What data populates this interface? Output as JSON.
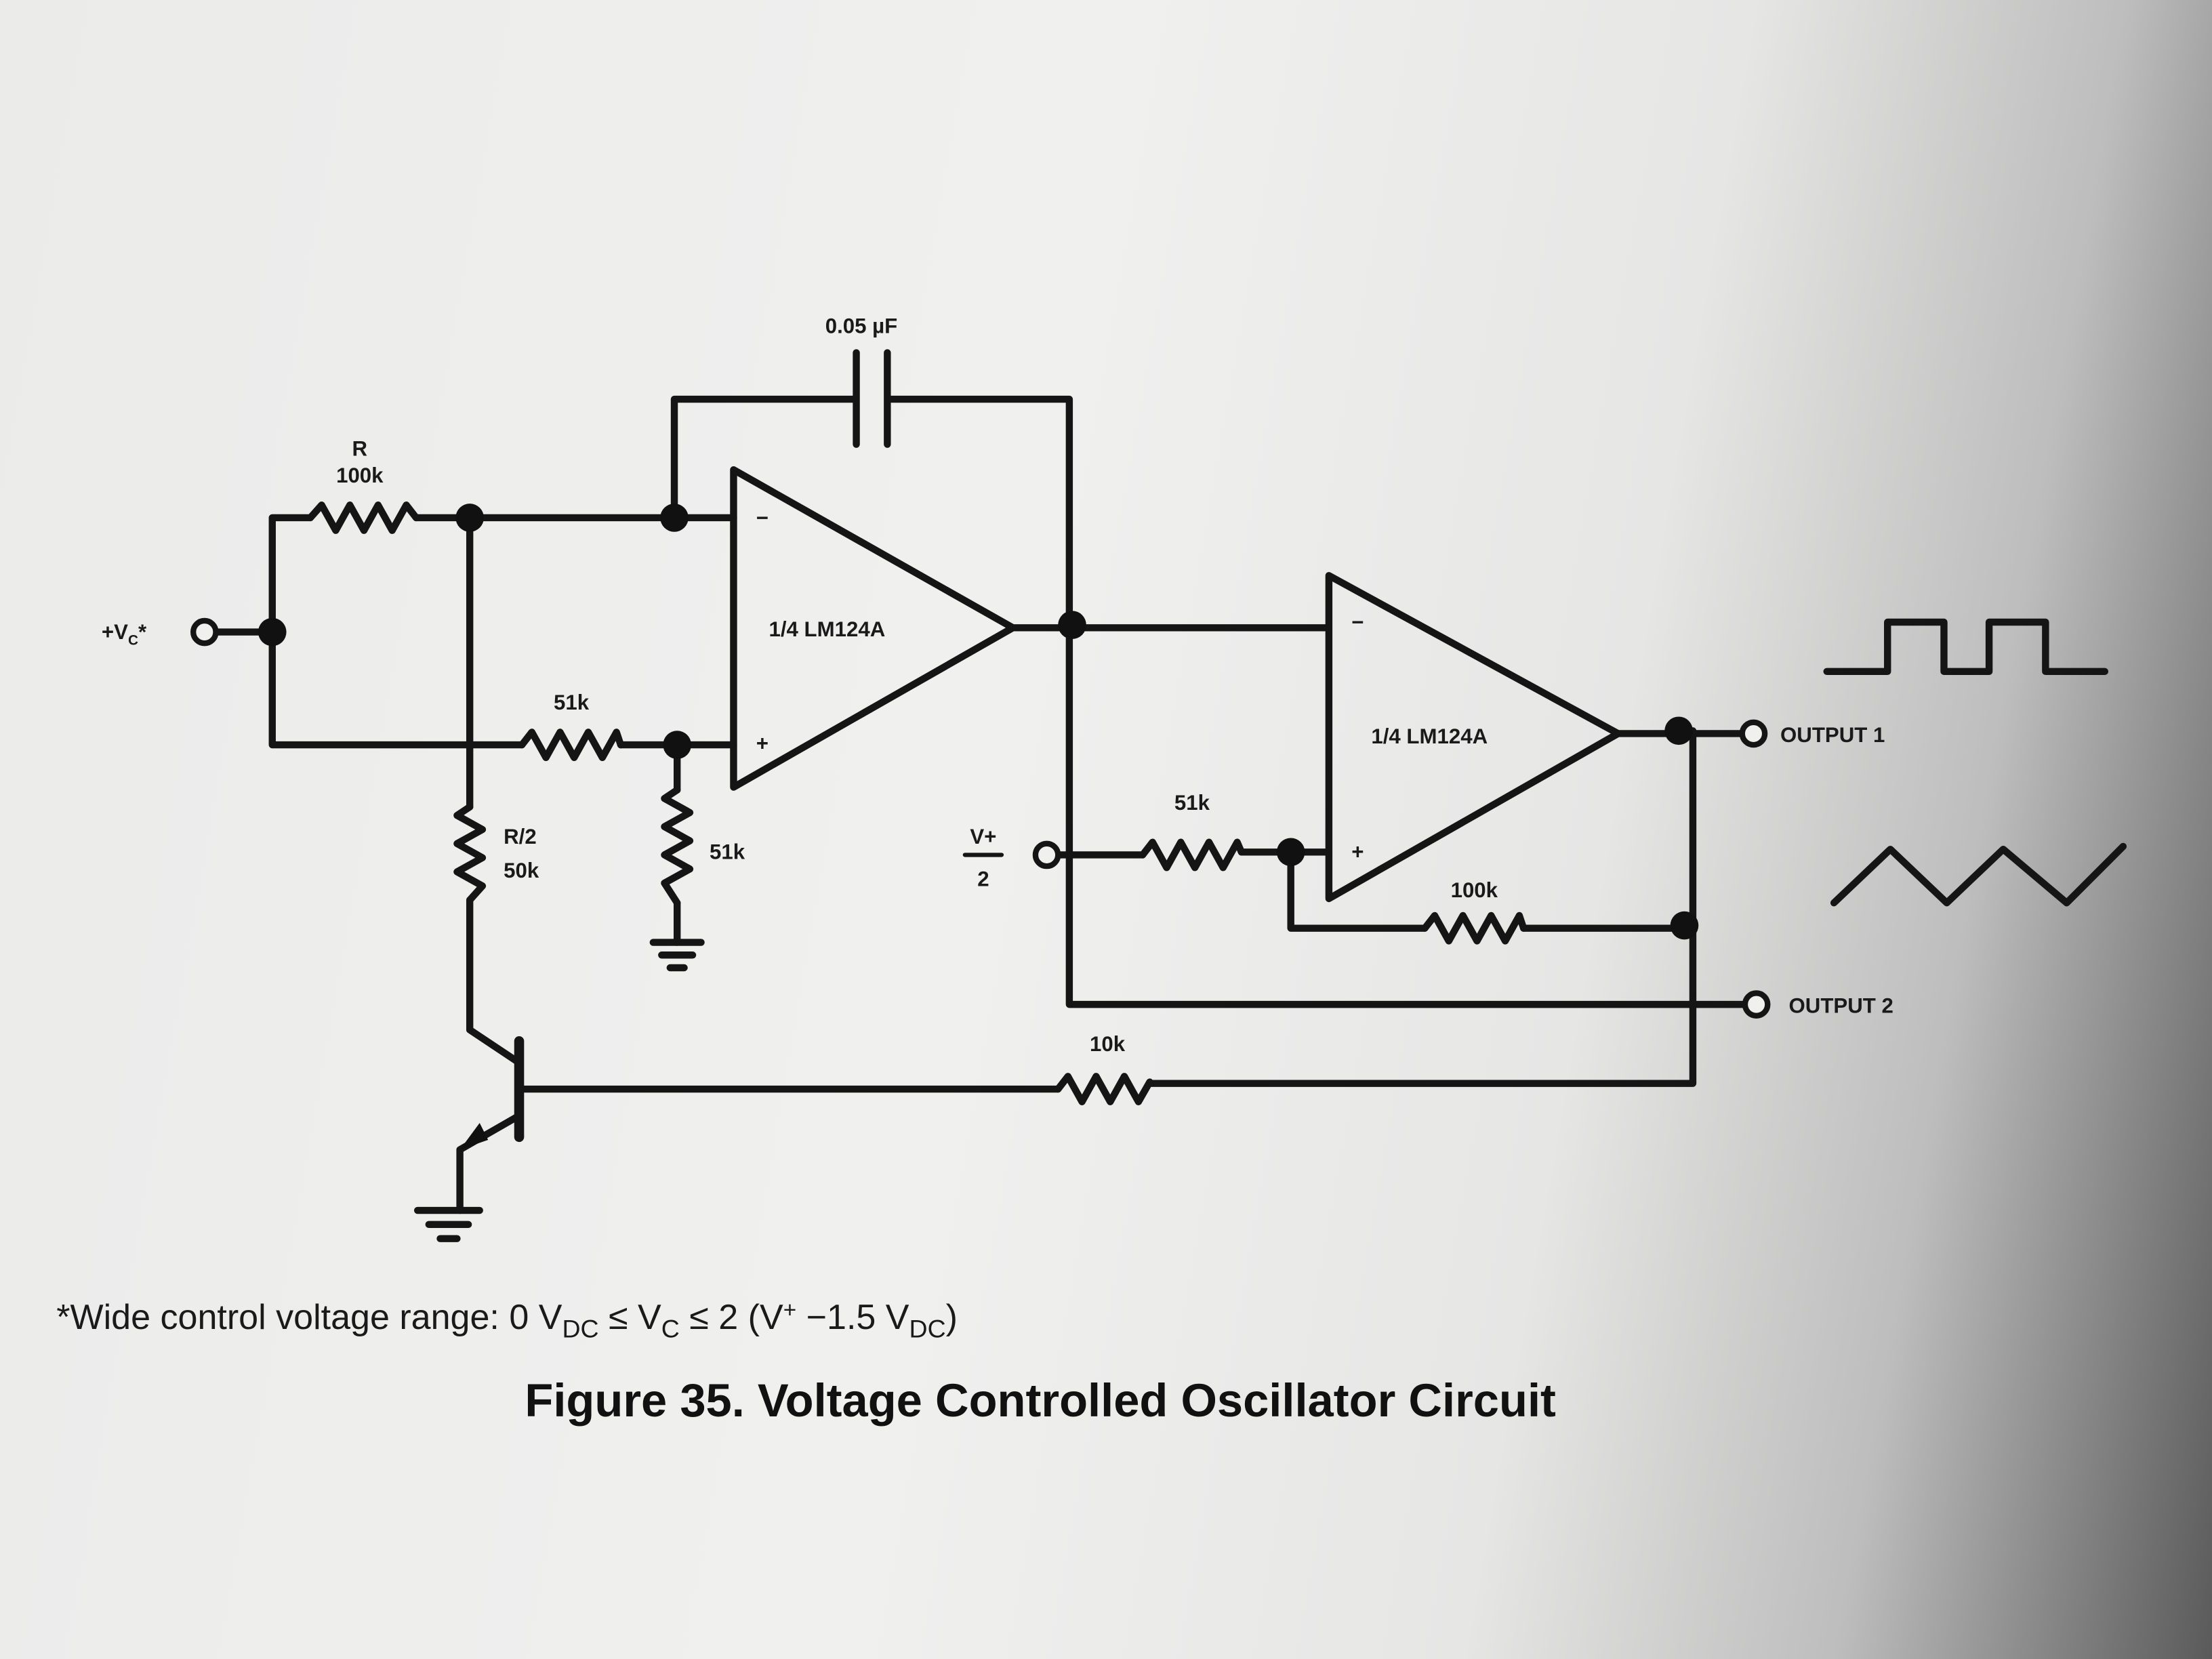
{
  "components": {
    "capacitor": "0.05 µF",
    "r_name": "R",
    "r_value": "100k",
    "r_in_plus": "51k",
    "r_half_name": "R/2",
    "r_half_value": "50k",
    "r_ground": "51k",
    "opamp1": "1/4 LM124A",
    "opamp2": "1/4 LM124A",
    "r_bias": "51k",
    "r_feedback": "100k",
    "r_base": "10k",
    "minus": "−",
    "plus": "+"
  },
  "terminals": {
    "vc": "+V",
    "vc_sub": "C",
    "vc_star": "*",
    "vplus_num": "V+",
    "vplus_den": "2",
    "output1": "OUTPUT 1",
    "output2": "OUTPUT 2"
  },
  "footnote": {
    "p1": "*Wide control voltage range: 0 V",
    "s1": "DC",
    "p2": " ≤ V",
    "s2": "C",
    "p3": " ≤ 2 (V",
    "sup": "+",
    "p4": " −1.5 V",
    "s3": "DC",
    "p5": ")"
  },
  "caption": "Figure 35.  Voltage Controlled Oscillator Circuit"
}
